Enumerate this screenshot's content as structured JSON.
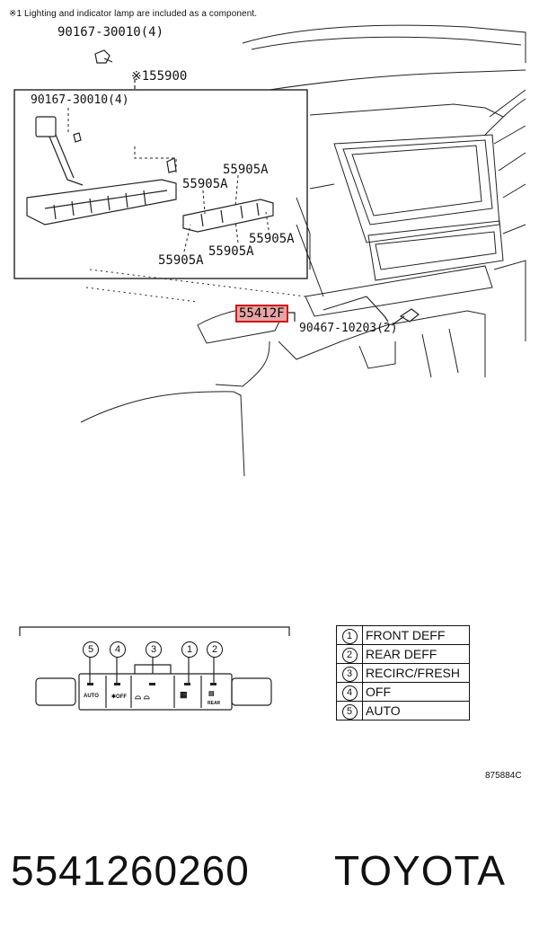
{
  "note": "※1 Lighting and indicator lamp are included as a component.",
  "parts": {
    "screw_top": "90167-30010(4)",
    "assembly": "※155900",
    "screw_inset": "90167-30010(4)",
    "lamp_a1": "55905A",
    "lamp_a2": "55905A",
    "lamp_a3": "55905A",
    "lamp_a4": "55905A",
    "lamp_a5": "55905A",
    "panel": "55412F",
    "clip": "90467-10203(2)"
  },
  "switch_panel": {
    "buttons": [
      {
        "num": "5",
        "label": "AUTO"
      },
      {
        "num": "4",
        "label": "OFF"
      },
      {
        "num": "3",
        "label": ""
      },
      {
        "num": "1",
        "label": ""
      },
      {
        "num": "2",
        "label": "REAR"
      }
    ]
  },
  "legend": [
    {
      "num": "1",
      "label": "FRONT DEFF"
    },
    {
      "num": "2",
      "label": "REAR DEFF"
    },
    {
      "num": "3",
      "label": "RECIRC/FRESH"
    },
    {
      "num": "4",
      "label": "OFF"
    },
    {
      "num": "5",
      "label": "AUTO"
    }
  ],
  "figure_id": "875884C",
  "footer": {
    "part_number": "5541260260",
    "brand": "TOYOTA"
  }
}
